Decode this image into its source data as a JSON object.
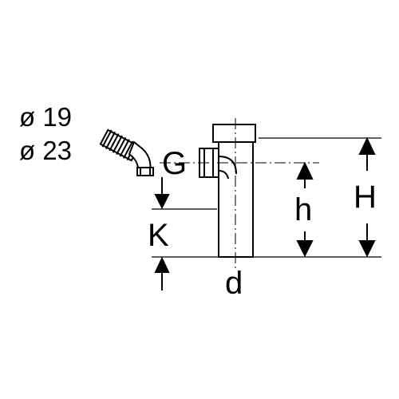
{
  "labels": {
    "dia1": "ø 19",
    "dia2": "ø 23",
    "G": "G",
    "K": "K",
    "h": "h",
    "H": "H",
    "d": "d"
  },
  "colors": {
    "line": "#000000",
    "background": "#ffffff"
  }
}
